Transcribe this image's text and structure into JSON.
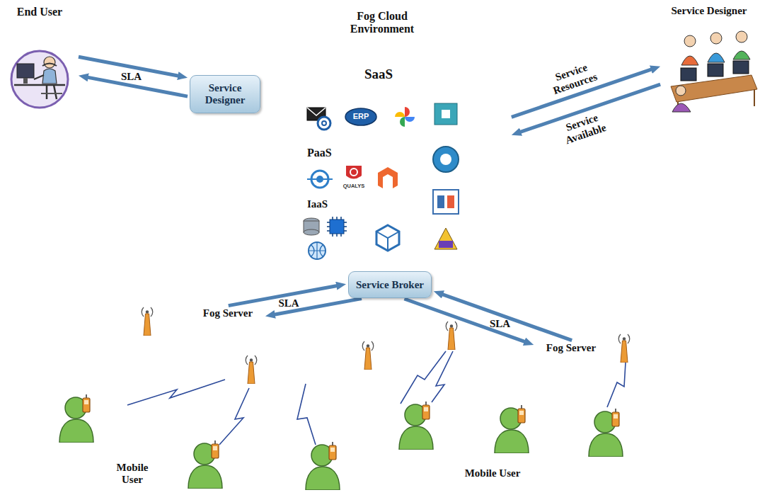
{
  "diagram": {
    "nodes": [
      {
        "text": [
          "Fog Cloud Environment"
        ]
      },
      {
        "text": [
          "SaaS"
        ],
        "in": 0
      },
      {
        "text": [
          "PaaS"
        ],
        "in": 0
      },
      {
        "text": [
          "IaaS"
        ],
        "in": 0
      },
      {
        "text": [
          "Service Designer"
        ],
        "in": 0
      },
      {
        "text": [
          "Service Broker"
        ],
        "in": 0
      },
      {
        "text": [
          "End User"
        ]
      },
      {
        "text": [
          "Service Designer"
        ]
      },
      {
        "text": [
          "Fog Server"
        ]
      },
      {
        "text": [
          "Fog Server"
        ]
      }
    ],
    "edges": [
      {
        "from": 6,
        "to": 4,
        "arrow": "to",
        "label": "SLA"
      },
      {
        "from": 4,
        "to": 6,
        "arrow": "to"
      },
      {
        "from": 1,
        "to": 7,
        "arrow": "to",
        "label": "Service Resources"
      },
      {
        "from": 7,
        "to": 1,
        "arrow": "to",
        "label": "Service Available"
      },
      {
        "from": 8,
        "to": 5,
        "arrow": "to",
        "label": "SLA"
      },
      {
        "from": 5,
        "to": 8,
        "arrow": "to"
      },
      {
        "from": 5,
        "to": 9,
        "arrow": "to"
      },
      {
        "from": 9,
        "to": 5,
        "arrow": "to",
        "label": "SLA"
      }
    ],
    "labels": [
      "ERP",
      "QUALYS",
      "Mobile User",
      "Mobile User"
    ]
  }
}
